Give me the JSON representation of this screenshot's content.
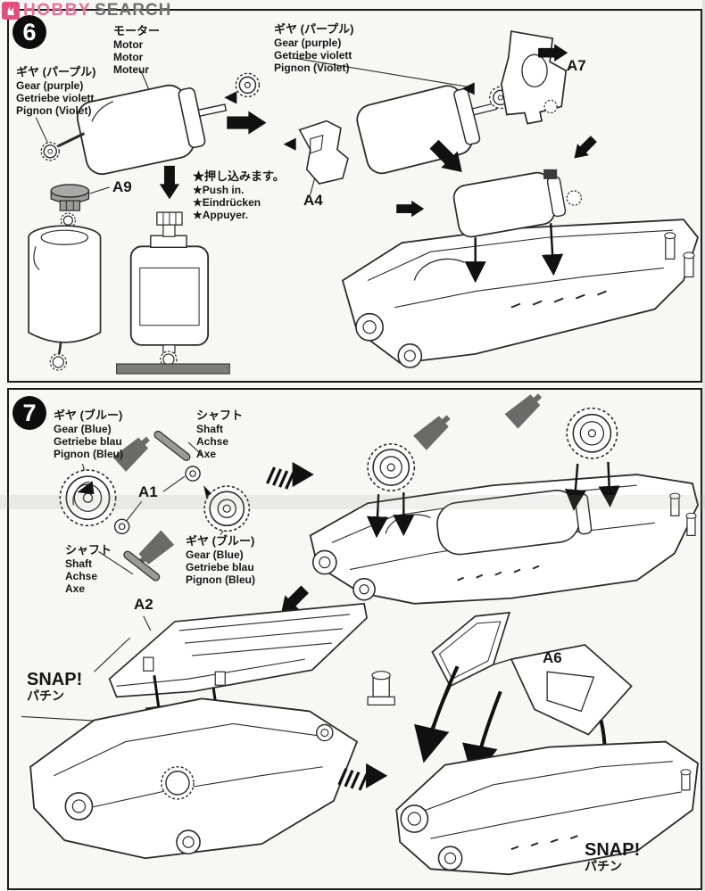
{
  "logo": {
    "hobby": "HOBBY",
    "search": "SEARCH",
    "hobby_color": "#ea6d99",
    "search_color": "#6f6f6f",
    "mark_color": "#e04f7e"
  },
  "colors": {
    "ink": "#2b2b2b",
    "part_gray": "#9a9a98",
    "grease_tube_gray": "#6a6a68",
    "ground_bar_gray": "#7c7c7a"
  },
  "step6": {
    "number": "6",
    "motor_label": {
      "ja": "モーター",
      "en": "Motor",
      "de": "Motor",
      "fr": "Moteur"
    },
    "gear_purple_left": {
      "ja": "ギヤ (パープル)",
      "en": "Gear (purple)",
      "de": "Getriebe violett",
      "fr": "Pignon (Violet)"
    },
    "gear_purple_right": {
      "ja": "ギヤ (パープル)",
      "en": "Gear (purple)",
      "de": "Getriebe violett",
      "fr": "Pignon (Violet)"
    },
    "part_a7": "A7",
    "part_a4": "A4",
    "part_a9": "A9",
    "push_in": {
      "ja": "★押し込みます。",
      "en": "★Push in.",
      "de": "★Eindrücken",
      "fr": "★Appuyer."
    }
  },
  "step7": {
    "number": "7",
    "gear_blue_top": {
      "ja": "ギヤ (ブルー)",
      "en": "Gear (Blue)",
      "de": "Getriebe blau",
      "fr": "Pignon (Bleu)"
    },
    "shaft_top": {
      "ja": "シャフト",
      "en": "Shaft",
      "de": "Achse",
      "fr": "Axe"
    },
    "part_a1": "A1",
    "shaft_bottom": {
      "ja": "シャフト",
      "en": "Shaft",
      "de": "Achse",
      "fr": "Axe"
    },
    "gear_blue_bottom": {
      "ja": "ギヤ (ブルー)",
      "en": "Gear (Blue)",
      "de": "Getriebe blau",
      "fr": "Pignon (Bleu)"
    },
    "part_a2": "A2",
    "part_a6": "A6",
    "snap_left": {
      "en": "SNAP!",
      "ja": "パチン"
    },
    "snap_right": {
      "en": "SNAP!",
      "ja": "パチン"
    }
  }
}
